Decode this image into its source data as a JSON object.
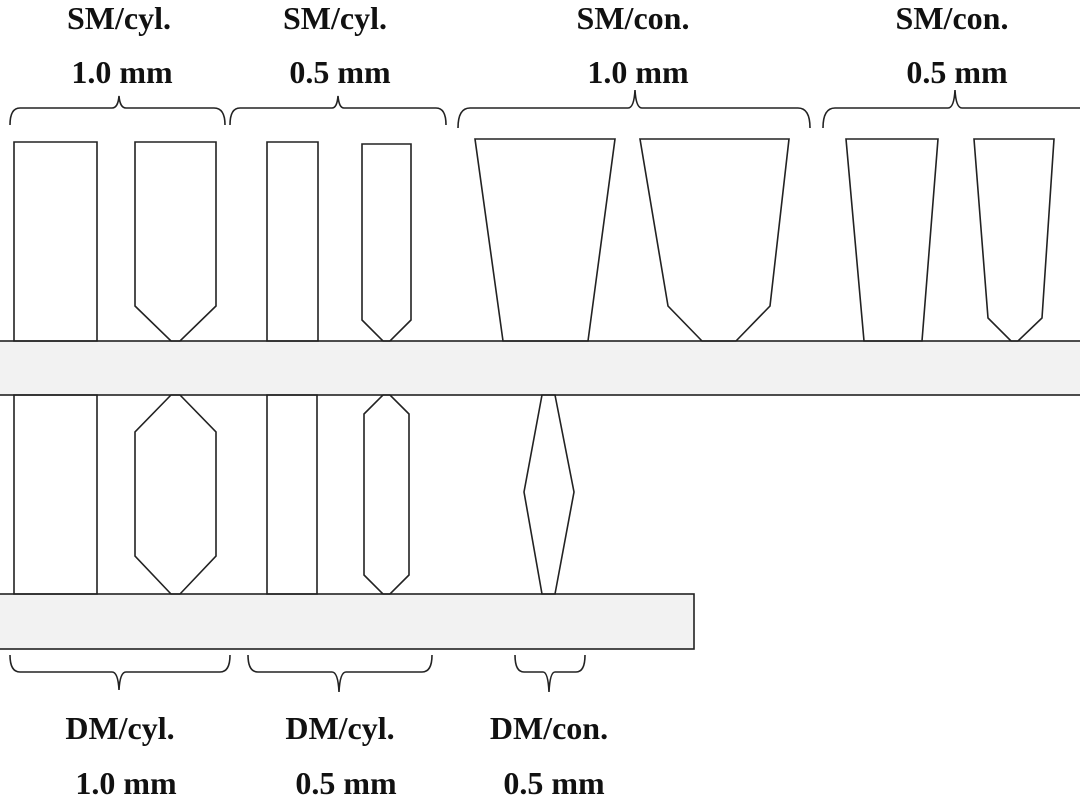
{
  "top_groups": [
    {
      "method": "SM/cyl.",
      "size": "1.0 mm"
    },
    {
      "method": "SM/cyl.",
      "size": "0.5 mm"
    },
    {
      "method": "SM/con.",
      "size": "1.0 mm"
    },
    {
      "method": "SM/con.",
      "size": "0.5 mm"
    }
  ],
  "bottom_groups": [
    {
      "method": "DM/cyl.",
      "size": "1.0 mm"
    },
    {
      "method": "DM/cyl.",
      "size": "0.5 mm"
    },
    {
      "method": "DM/con.",
      "size": "0.5 mm"
    }
  ],
  "colors": {
    "line": "#222222",
    "plate_fill": "#f2f2f2",
    "background": "#ffffff",
    "text": "#111111"
  }
}
